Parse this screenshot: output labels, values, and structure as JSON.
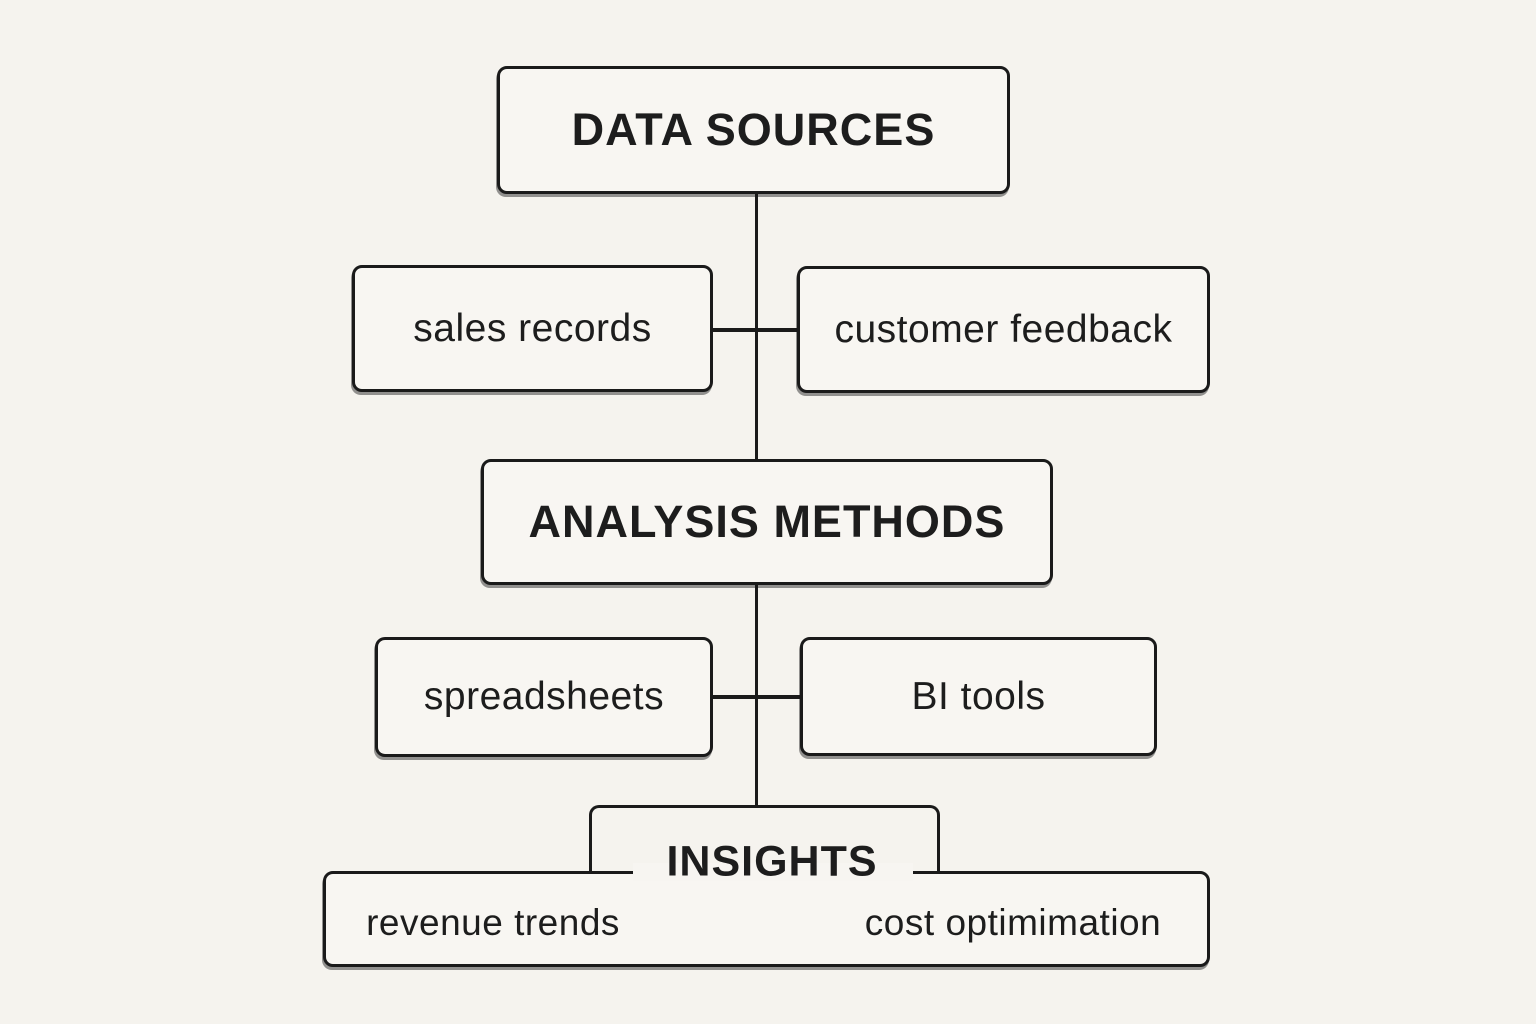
{
  "diagram": {
    "type": "flowchart",
    "background_color": "#f5f3ee",
    "box_fill_color": "#f8f6f2",
    "line_color": "#1a1a1a",
    "text_color": "#1d1d1d",
    "nodes": {
      "data_sources": {
        "label": "DATA SOURCES",
        "level": "header"
      },
      "sales_records": {
        "label": "sales records",
        "level": "child"
      },
      "customer_feedback": {
        "label": "customer feedback",
        "level": "child"
      },
      "analysis_methods": {
        "label": "ANALYSIS METHODS",
        "level": "header"
      },
      "spreadsheets": {
        "label": "spreadsheets",
        "level": "child"
      },
      "bi_tools": {
        "label": "BI tools",
        "level": "child"
      },
      "insights": {
        "label": "INSIGHTS",
        "level": "header"
      },
      "revenue_trends": {
        "label": "revenue trends",
        "level": "child"
      },
      "cost_optimimation": {
        "label": "cost optimimation",
        "level": "child"
      }
    },
    "edges": [
      {
        "from": "data_sources",
        "to": "analysis_methods",
        "style": "vertical-line"
      },
      {
        "from": "sales_records",
        "to": "customer_feedback",
        "style": "horizontal-line"
      },
      {
        "from": "analysis_methods",
        "to": "insights",
        "style": "vertical-line"
      },
      {
        "from": "spreadsheets",
        "to": "bi_tools",
        "style": "horizontal-line"
      }
    ]
  }
}
